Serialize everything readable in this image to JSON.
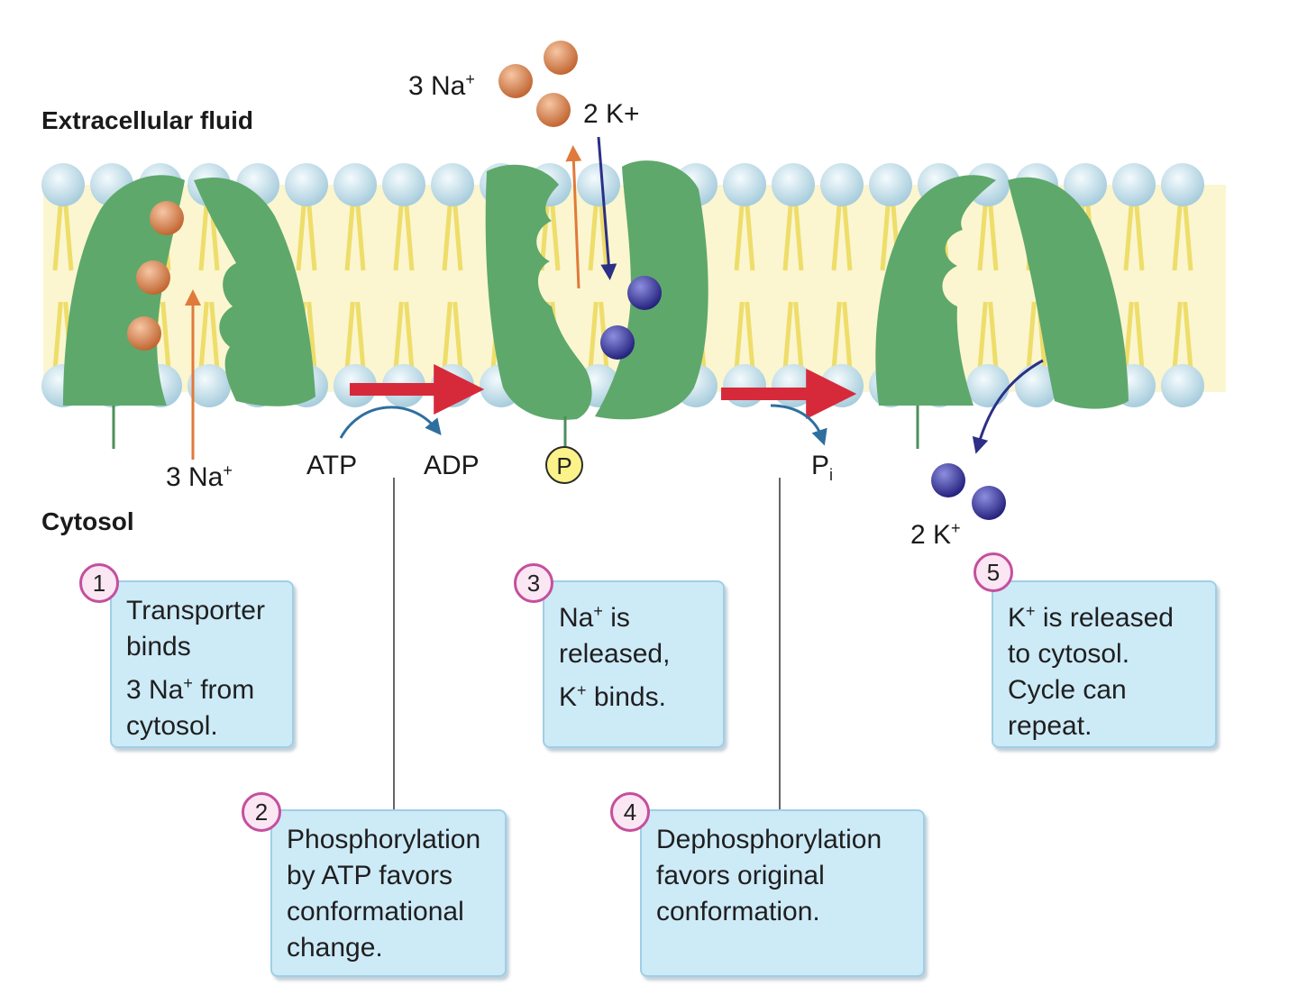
{
  "regions": {
    "extracellular": "Extracellular fluid",
    "cytosol": "Cytosol"
  },
  "ions": {
    "na_out": {
      "count": "3 Na",
      "charge": "+"
    },
    "k_in_top": "2 K+",
    "na_in": {
      "count": "3 Na",
      "charge": "+"
    },
    "atp": "ATP",
    "adp": "ADP",
    "phosphate_group": "P",
    "pi": {
      "letter": "P",
      "sub": "i"
    },
    "k_out_bottom": {
      "count": "2 K",
      "charge": "+"
    }
  },
  "steps": [
    {
      "num": "1",
      "lines": [
        [
          "Transporter"
        ],
        [
          "binds"
        ],
        [
          "3 Na",
          "+",
          " from"
        ],
        [
          "cytosol."
        ]
      ]
    },
    {
      "num": "2",
      "lines": [
        [
          "Phosphorylation"
        ],
        [
          "by ATP favors"
        ],
        [
          "conformational"
        ],
        [
          "change."
        ]
      ]
    },
    {
      "num": "3",
      "lines": [
        [
          "Na",
          "+",
          " is"
        ],
        [
          "released,"
        ],
        [
          "K",
          "+",
          " binds."
        ]
      ]
    },
    {
      "num": "4",
      "lines": [
        [
          "Dephosphorylation"
        ],
        [
          "favors original"
        ],
        [
          "conformation."
        ]
      ]
    },
    {
      "num": "5",
      "lines": [
        [
          "K",
          "+",
          " is released"
        ],
        [
          "to cytosol."
        ],
        [
          "Cycle can"
        ],
        [
          "repeat."
        ]
      ]
    }
  ],
  "colors": {
    "lipid_head": "#cfe6f0",
    "lipid_tail": "#f2e89a",
    "membrane_core": "#fbf6cf",
    "protein": "#5ea86b",
    "sodium": "#d98457",
    "potassium": "#34328f",
    "red_arrow": "#d62a3a",
    "blue_arrow": "#2f6f9e",
    "orange_arrow": "#e07a3a",
    "navy_arrow": "#2c2f85",
    "step_box": "#cdeaf7",
    "step_circle_border": "#c44f9d"
  }
}
